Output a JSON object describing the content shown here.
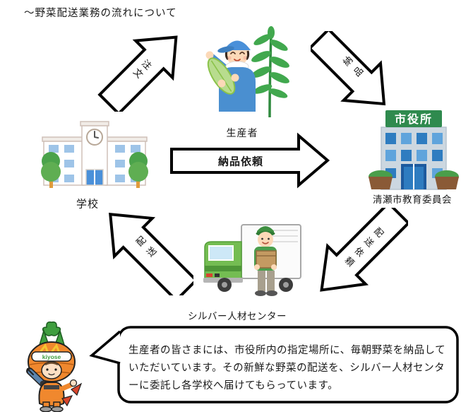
{
  "title": "～野菜配送業務の流れについて",
  "nodes": {
    "producer": {
      "label": "生産者"
    },
    "school": {
      "label": "学校"
    },
    "board_of_education": {
      "label": "清瀬市教育委員会",
      "sign": "市役所"
    },
    "silver_center": {
      "label": "シルバー人材センター"
    }
  },
  "arrows": {
    "order": {
      "label": "注文"
    },
    "deliver": {
      "label": "納品"
    },
    "delivery_request": {
      "label": "納品依頼"
    },
    "dispatch_request": {
      "label": "配送依頼"
    },
    "dispatch": {
      "label": "配送"
    }
  },
  "mascot": {
    "band_text": "kiyose"
  },
  "speech_bubble": {
    "lines": [
      "生産者の皆さまには、市役所内の指定場所に、毎朝野菜を納品して",
      "いただいています。その新鮮な野菜の配送を、シルバー人材センタ",
      "ーに委託し各学校へ届けてもらっています。"
    ]
  },
  "colors": {
    "arrow_stroke": "#000000",
    "cityhall_sign_green": "#2f8a4e",
    "mascot_orange": "#f0882e",
    "truck_green": "#6cb84e",
    "school_window_blue": "#9ec4e8",
    "cityhall_wall": "#ccd7e0"
  }
}
